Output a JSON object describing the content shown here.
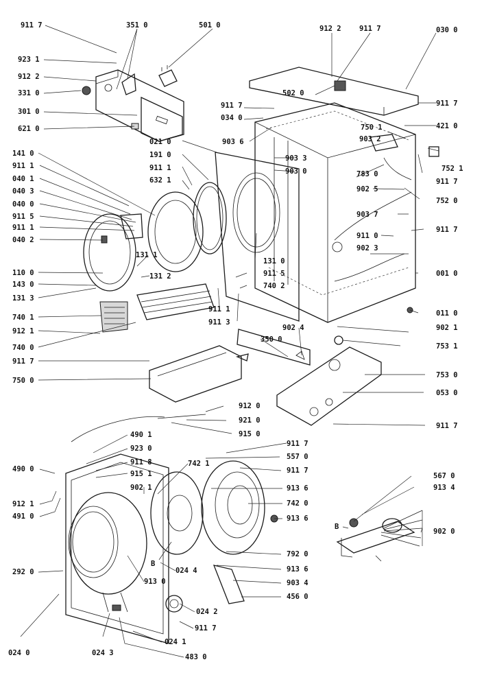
{
  "labels": {
    "l01": "911 7",
    "l02": "923 1",
    "l03": "912 2",
    "l04": "331 0",
    "l05": "301 0",
    "l06": "621 0",
    "l07": "351 0",
    "l08": "501 0",
    "l09": "912 2",
    "l10": "911 7",
    "l11": "030 0",
    "l12": "502 0",
    "l13": "911 7",
    "l14": "034 0",
    "l15": "911 7",
    "l16": "421 0",
    "l17": "750 1",
    "l18": "903 6",
    "l19": "903 2",
    "l20": "752 1",
    "l21": "021 0",
    "l22": "191 0",
    "l23": "911 1",
    "l24": "632 1",
    "l25": "903 3",
    "l26": "903 0",
    "l27": "783 0",
    "l28": "911 7",
    "l29": "902 5",
    "l30": "752 0",
    "l31": "141 0",
    "l32": "911 1",
    "l33": "040 1",
    "l34": "040 3",
    "l35": "040 0",
    "l36": "911 5",
    "l37": "911 1",
    "l38": "040 2",
    "l39": "903 7",
    "l40": "911 7",
    "l41": "911 0",
    "l42": "902 3",
    "l43": "131 1",
    "l44": "131 0",
    "l45": "110 0",
    "l46": "131 2",
    "l47": "143 0",
    "l48": "911 5",
    "l49": "001 0",
    "l50": "131 3",
    "l51": "740 2",
    "l52": "740 1",
    "l53": "911 1",
    "l54": "911 3",
    "l55": "011 0",
    "l56": "912 1",
    "l57": "902 4",
    "l58": "902 1",
    "l59": "740 0",
    "l60": "350 0",
    "l61": "753 1",
    "l62": "911 7",
    "l63": "750 0",
    "l64": "753 0",
    "l65": "053 0",
    "l66": "912 0",
    "l67": "921 0",
    "l68": "915 0",
    "l69": "911 7",
    "l70": "490 1",
    "l71": "911 7",
    "l72": "923 0",
    "l73": "742 1",
    "l74": "557 0",
    "l75": "911 8",
    "l76": "911 7",
    "l77": "490 0",
    "l78": "915 1",
    "l79": "567 0",
    "l80": "902 1",
    "l81": "913 6",
    "l82": "913 4",
    "l83": "742 0",
    "l84": "912 1",
    "l85": "491 0",
    "l86": "913 6",
    "l87": "902 0",
    "l88": "B",
    "l89": "792 0",
    "l90": "B",
    "l91": "024 4",
    "l92": "913 6",
    "l93": "292 0",
    "l94": "913 0",
    "l95": "903 4",
    "l96": "456 0",
    "l97": "024 2",
    "l98": "911 7",
    "l99": "024 0",
    "l100": "024 3",
    "l101": "024 1",
    "l102": "483 0"
  }
}
